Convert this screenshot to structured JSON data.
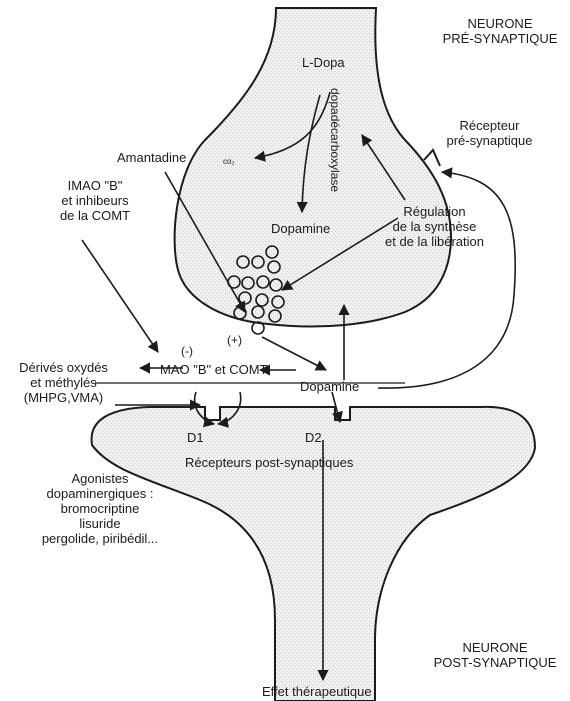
{
  "pre_neuron": {
    "line1": "NEURONE",
    "line2": "PRÉ-SYNAPTIQUE"
  },
  "post_neuron": {
    "line1": "NEURONE",
    "line2": "POST-SYNAPTIQUE"
  },
  "ldopa": "L-Dopa",
  "enzyme": "dopadécarboxylase",
  "co2": "co₂",
  "amantadine": "Amantadine",
  "dopamine_vesicle": "Dopamine",
  "dopamine_cleft": "Dopamine",
  "receptor_pre": {
    "line1": "Récepteur",
    "line2": "pré-synaptique"
  },
  "regulation": {
    "line1": "Régulation",
    "line2": "de la synthèse",
    "line3": "et de la libération"
  },
  "imao": {
    "line1": "IMAO \"B\"",
    "line2": "et inhibeurs",
    "line3": "de la COMT"
  },
  "minus": "(-)",
  "plus": "(+)",
  "mao": "MAO \"B\" et COMT",
  "derives": {
    "line1": "Dérivés oxydés",
    "line2": "et méthylés",
    "line3": "(MHPG,VMA)"
  },
  "d1": "D1",
  "d2": "D2",
  "receptors_post": "Récepteurs post-synaptiques",
  "agonists": {
    "line1": "Agonistes",
    "line2": "dopaminergiques :",
    "line3": "bromocriptine",
    "line4": "lisuride",
    "line5": "pergolide, piribédil..."
  },
  "effect": "Effet thérapeutique"
}
